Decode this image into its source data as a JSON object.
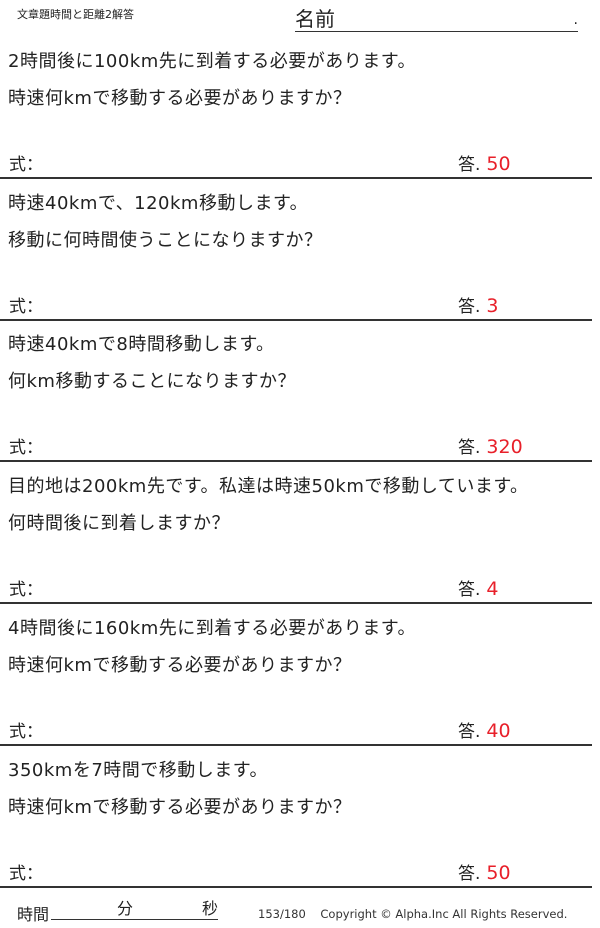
{
  "header": {
    "title": "文章題時間と距離2解答",
    "name_label": "名前",
    "name_dot": "."
  },
  "labels": {
    "formula": "式：",
    "answer": "答."
  },
  "problems": [
    {
      "line1": "2時間後に100km先に到着する必要があります。",
      "line2": "時速何kmで移動する必要がありますか？",
      "answer": "50"
    },
    {
      "line1": "時速40kmで、120km移動します。",
      "line2": "移動に何時間使うことになりますか？",
      "answer": "3"
    },
    {
      "line1": "時速40kmで8時間移動します。",
      "line2": "何km移動することになりますか？",
      "answer": "320"
    },
    {
      "line1": "目的地は200km先です。私達は時速50kmで移動しています。",
      "line2": "何時間後に到着しますか？",
      "answer": "4"
    },
    {
      "line1": "4時間後に160km先に到着する必要があります。",
      "line2": "時速何kmで移動する必要がありますか？",
      "answer": "40"
    },
    {
      "line1": "350kmを7時間で移動します。",
      "line2": "時速何kmで移動する必要がありますか？",
      "answer": "50"
    }
  ],
  "footer": {
    "time_label": "時間",
    "minutes": "分",
    "seconds": "秒",
    "page": "153/180",
    "copyright": "Copyright ©  Alpha.Inc All Rights Reserved."
  }
}
